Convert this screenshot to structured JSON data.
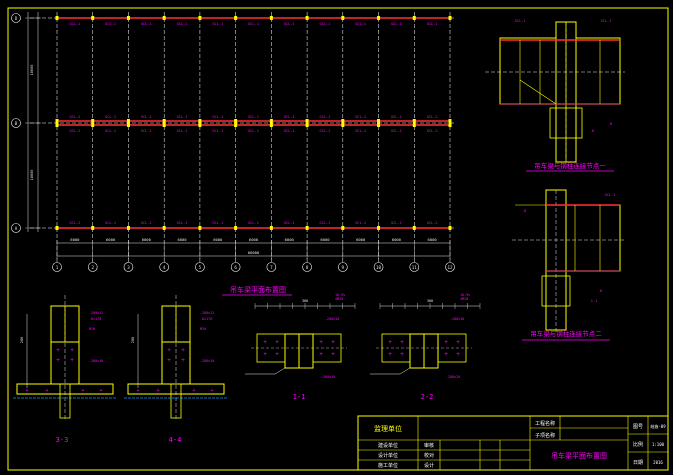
{
  "colors": {
    "background": "#000000",
    "frame": "#ffff00",
    "grid": "#ffffff",
    "beam": "#ff3030",
    "label": "#ff00ff",
    "dim": "#e6e6e6",
    "steel": "#ffff00",
    "bolt": "#ff00ff",
    "weld": "#00a0ff"
  },
  "plan": {
    "title": "吊车梁平面布置图",
    "axis_numbers": [
      "1",
      "2",
      "3",
      "4",
      "5",
      "6",
      "7",
      "8",
      "9",
      "10",
      "11",
      "12"
    ],
    "axis_letters": [
      "D",
      "B",
      "A"
    ],
    "span_dims": [
      "6000",
      "6000",
      "6000",
      "6000",
      "6000",
      "6000",
      "6000",
      "6000",
      "6000",
      "6000",
      "6000"
    ],
    "total_dim": "66000",
    "row_dims": [
      "18000",
      "18000"
    ],
    "beam_rows": [
      [
        "GCL-1",
        "GCL-1",
        "GCL-1",
        "GCL-1",
        "GCL-1",
        "GCL-1",
        "GCL-1",
        "GCL-1",
        "GCL-1",
        "GCL-1",
        "GCL-1"
      ],
      [
        "GCL-2",
        "GCL-1",
        "GCL-1",
        "GCL-1",
        "GCL-1",
        "GCL-1",
        "GCL-1",
        "GCL-1",
        "GCL-1",
        "GCL-1",
        "GCL-2"
      ],
      [
        "GCL-2",
        "GCL-1",
        "GCL-1",
        "GCL-1",
        "GCL-1",
        "GCL-1",
        "GCL-1",
        "GCL-1",
        "GCL-1",
        "GCL-1",
        "GCL-2"
      ],
      [
        "GCL-2",
        "GCL-1",
        "GCL-1",
        "GCL-1",
        "GCL-1",
        "GCL-1",
        "GCL-1",
        "GCL-1",
        "GCL-1",
        "GCL-1",
        "GCL-2"
      ]
    ]
  },
  "node1": {
    "title": "吊车梁与钢柱连接节点一",
    "tags": [
      "GCL-1",
      "GCL-1",
      "-8",
      "-8"
    ]
  },
  "node2": {
    "title": "吊车梁与钢柱连接节点二",
    "tags": [
      "GCL-1",
      "-8",
      "-8",
      "1-1"
    ]
  },
  "sections": {
    "s33": {
      "label": "3-3",
      "notes": [
        "-200x12",
        "-8x170",
        "M20",
        "-200x10",
        "200"
      ]
    },
    "s44": {
      "label": "4-4",
      "notes": [
        "-200x12",
        "-8x170",
        "M20",
        "-200x10",
        "200"
      ]
    },
    "s11": {
      "label": "1-1",
      "notes": [
        "4M20",
        "10.9s",
        "-200x10",
        "300",
        "-200x20"
      ]
    },
    "s22": {
      "label": "2-2",
      "notes": [
        "4M20",
        "10.9s",
        "-200x10",
        "300",
        "-200x20"
      ]
    }
  },
  "title_block": {
    "left_title": "监理单位",
    "rows": [
      "建设单位",
      "设计单位",
      "施工单位"
    ],
    "mid": [
      "审核",
      "校对",
      "设计"
    ],
    "project": "工程名称",
    "subproject": "子项名称",
    "drawing_name": "吊车梁平面布置图",
    "right": [
      "图号",
      "比例",
      "日期"
    ],
    "right_vals": [
      "结施-09",
      "1:100",
      "2016"
    ]
  }
}
